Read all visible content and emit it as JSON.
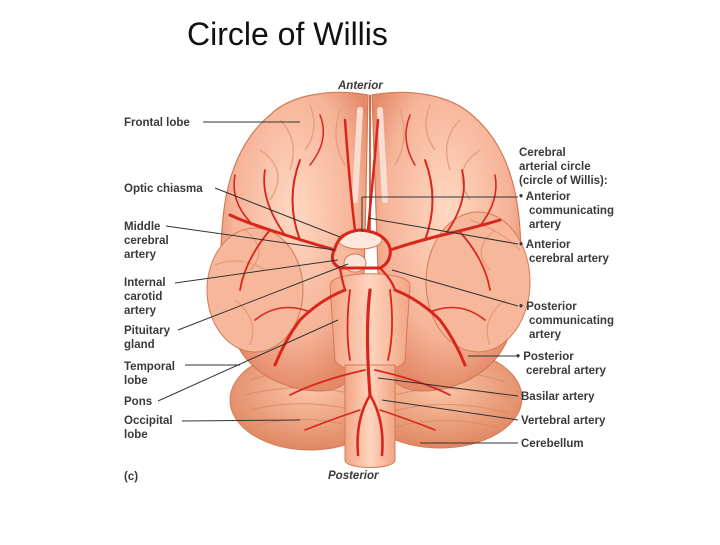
{
  "title": "Circle of Willis",
  "figure": {
    "orientation_top": "Anterior",
    "orientation_bottom": "Posterior",
    "panel_letter": "(c)",
    "left_labels": {
      "frontal_lobe": "Frontal lobe",
      "optic_chiasma": "Optic chiasma",
      "middle_cerebral_artery": [
        "Middle",
        "cerebral",
        "artery"
      ],
      "internal_carotid_artery": [
        "Internal",
        "carotid",
        "artery"
      ],
      "pituitary_gland": [
        "Pituitary",
        "gland"
      ],
      "temporal_lobe": [
        "Temporal",
        "lobe"
      ],
      "pons": "Pons",
      "occipital_lobe": [
        "Occipital",
        "lobe"
      ]
    },
    "right_labels": {
      "circle_heading": [
        "Cerebral",
        "arterial circle",
        "(circle of Willis):"
      ],
      "anterior_communicating_artery": [
        "Anterior",
        "communicating",
        "artery"
      ],
      "anterior_cerebral_artery": [
        "Anterior",
        "cerebral artery"
      ],
      "posterior_communicating_artery": [
        "Posterior",
        "communicating",
        "artery"
      ],
      "posterior_cerebral_artery": [
        "Posterior",
        "cerebral artery"
      ],
      "basilar_artery": "Basilar artery",
      "vertebral_artery": "Vertebral artery",
      "cerebellum": "Cerebellum"
    },
    "colors": {
      "brain_fill": "#f6b89a",
      "brain_shadow": "#e88f6c",
      "artery": "#d9261c",
      "leader_line": "#333333"
    }
  }
}
